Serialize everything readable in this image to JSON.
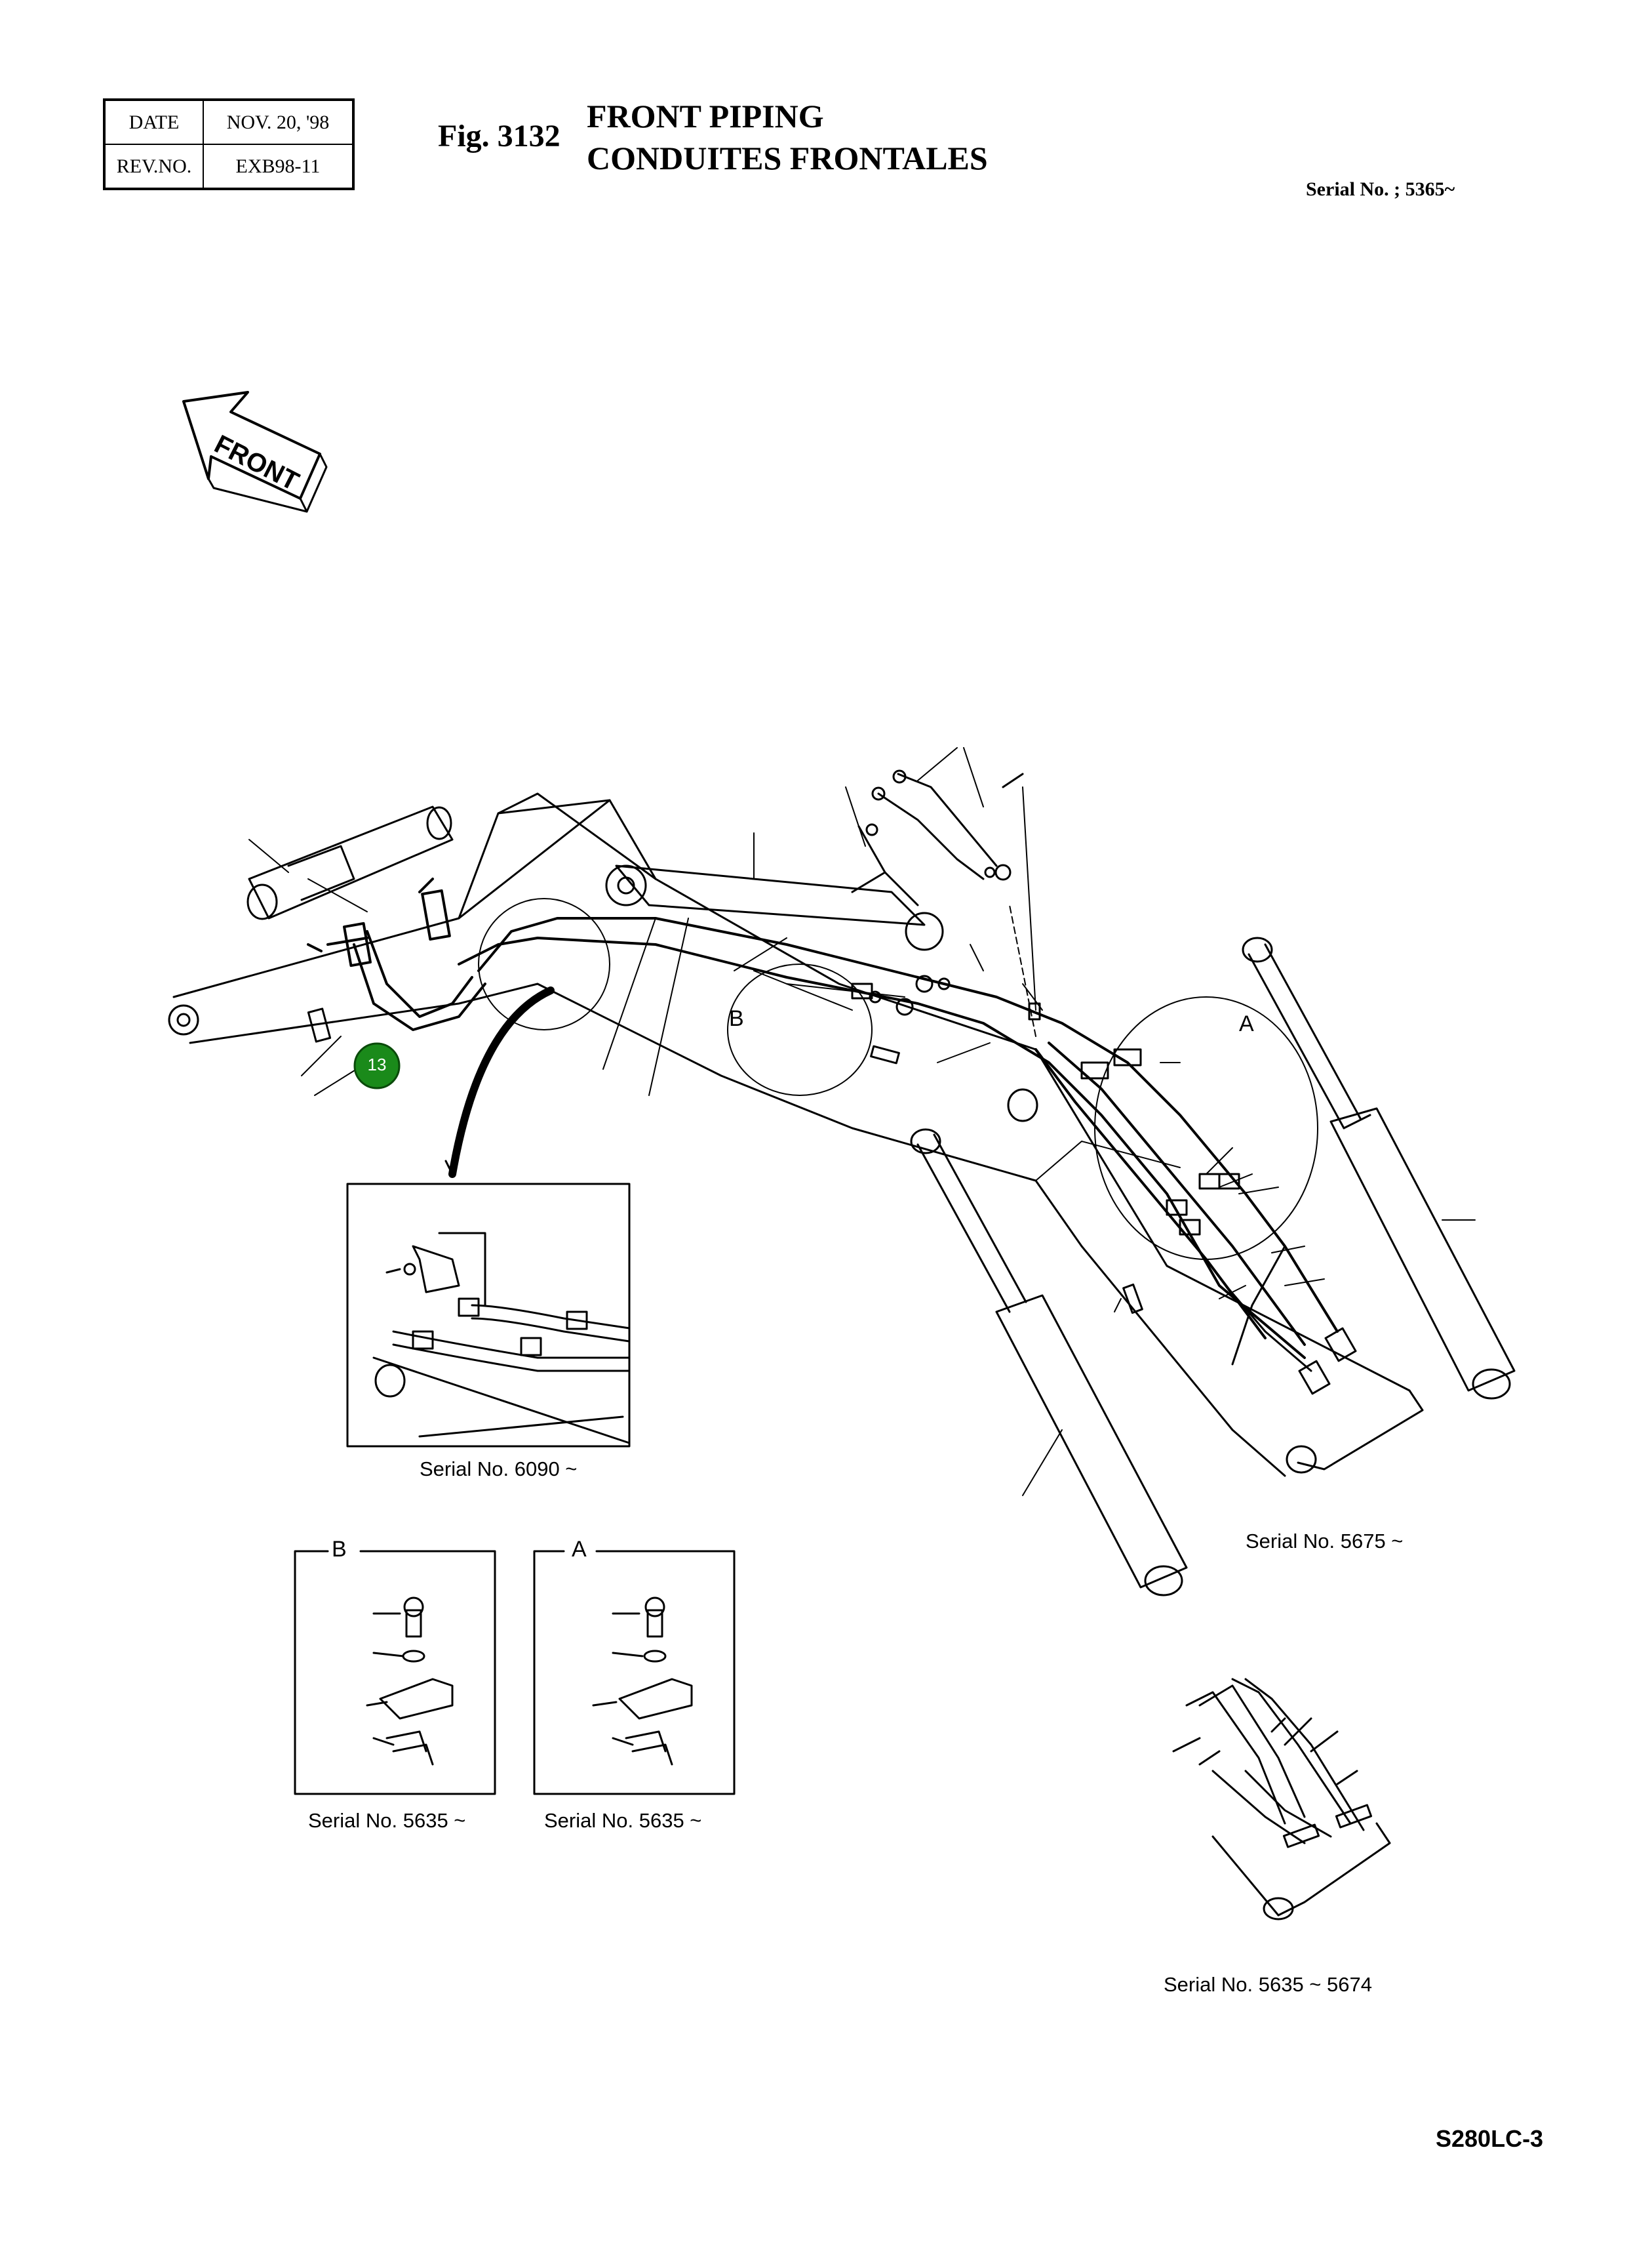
{
  "header": {
    "date_label": "DATE",
    "date_value": "NOV. 20, '98",
    "rev_label": "REV.NO.",
    "rev_value": "EXB98-11"
  },
  "figure": {
    "number": "Fig. 3132",
    "title_en": "FRONT PIPING",
    "title_fr": "CONDUITES FRONTALES",
    "serial": "Serial No. ; 5365~"
  },
  "front_arrow_text": "FRONT",
  "callout_badge": "13",
  "detail_labels": {
    "a": "A",
    "b": "B"
  },
  "captions": {
    "inset_clamp": "Serial No. 6090 ~",
    "detail_b": "Serial No. 5635 ~",
    "detail_a": "Serial No. 5635 ~",
    "main_view": "Serial No. 5675 ~",
    "inset_bottom": "Serial No. 5635 ~ 5674"
  },
  "model": "S280LC-3",
  "colors": {
    "badge": "#1a8a1a",
    "line": "#000000"
  }
}
